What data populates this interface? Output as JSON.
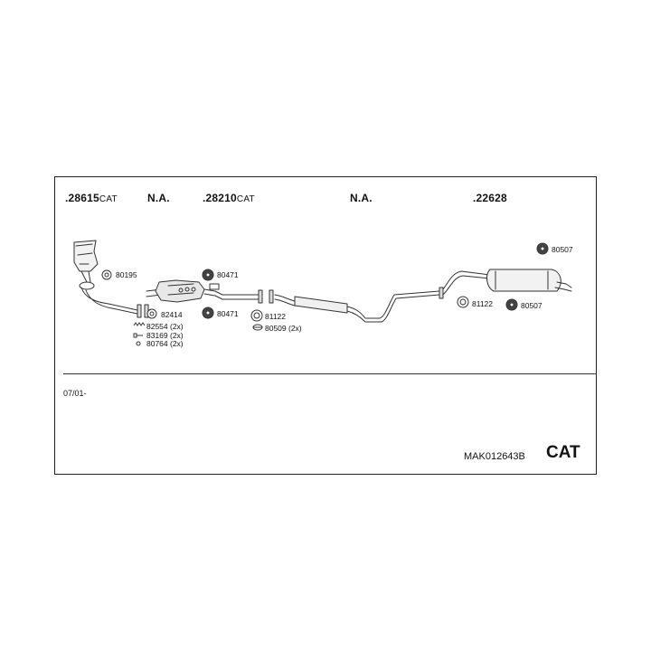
{
  "headers": [
    {
      "number": ".28615",
      "suffix": "CAT"
    },
    {
      "number": "N.A.",
      "suffix": ""
    },
    {
      "number": ".28210",
      "suffix": "CAT"
    },
    {
      "number": "N.A.",
      "suffix": ""
    },
    {
      "number": ".22628",
      "suffix": ""
    }
  ],
  "parts": {
    "p80195": "80195",
    "p82414": "82414",
    "p82554": "82554 (2x)",
    "p83169": "83169 (2x)",
    "p80764": "80764 (2x)",
    "p80471a": "80471",
    "p80471b": "80471",
    "p81122a": "81122",
    "p80509": "80509 (2x)",
    "p81122b": "81122",
    "p80507a": "80507",
    "p80507b": "80507"
  },
  "footer": {
    "date_range": "07/01-",
    "article_code": "MAK012643B",
    "badge": "CAT"
  }
}
